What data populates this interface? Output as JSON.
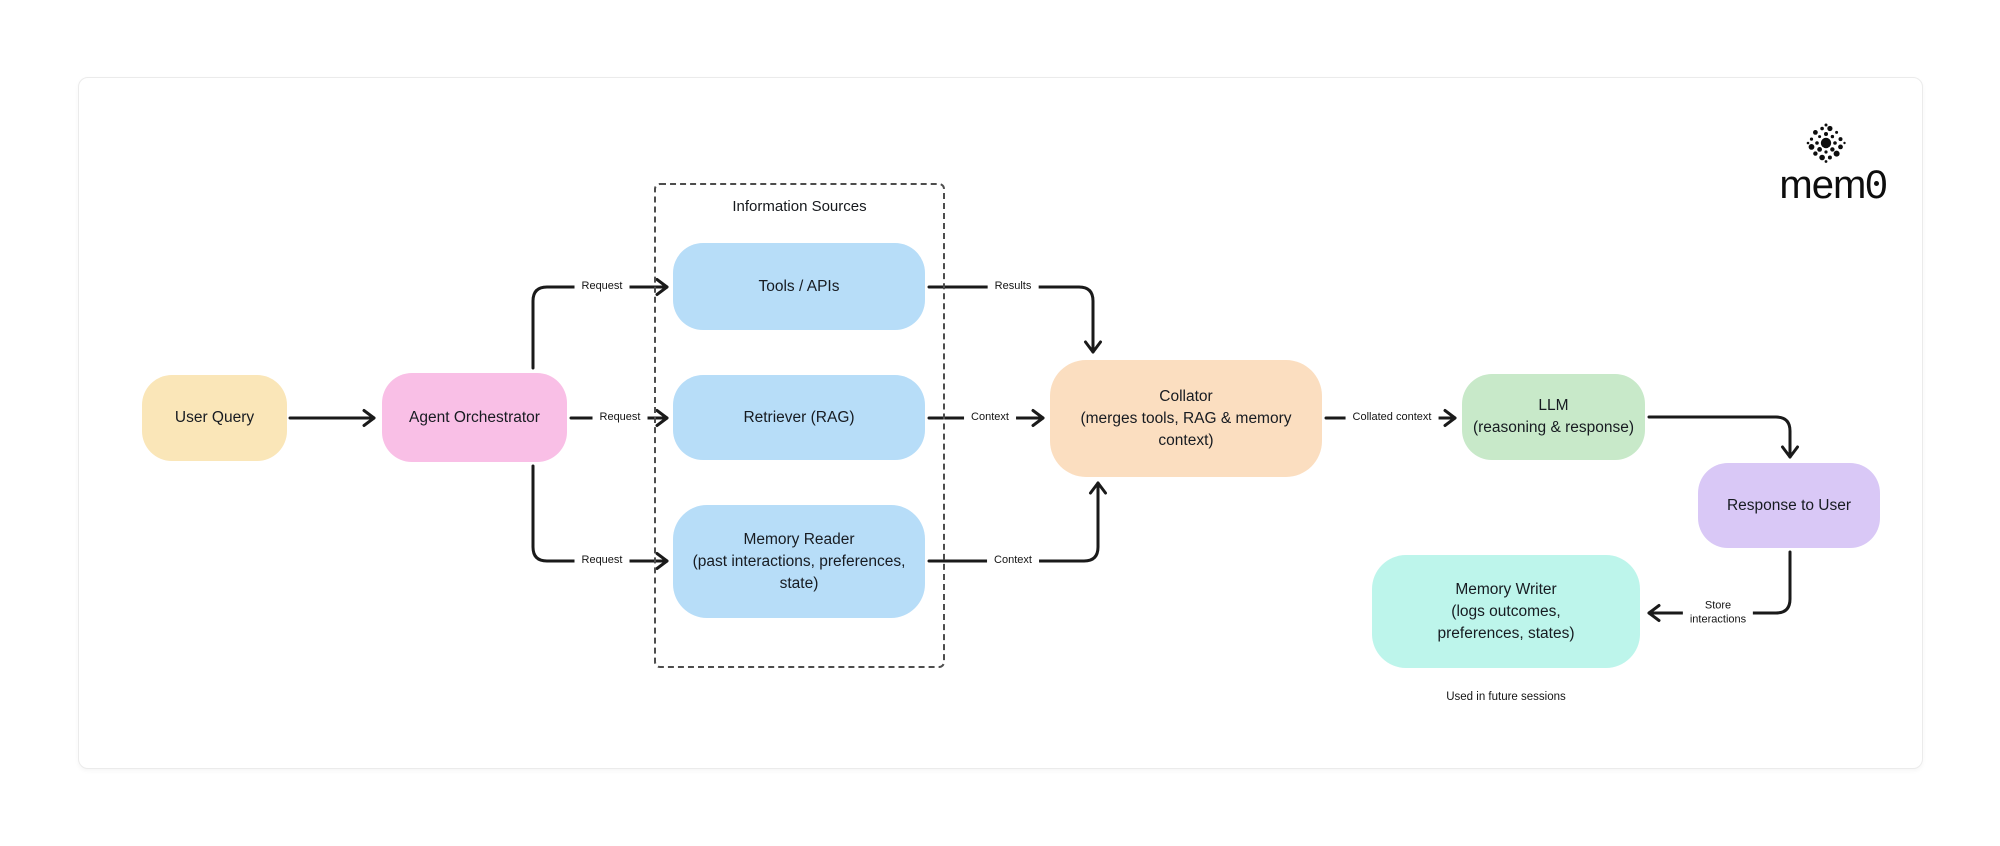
{
  "logo": {
    "wordmark": "mem0"
  },
  "diagram": {
    "container_label": "Information Sources",
    "stroke_color": "#1a1a1a",
    "nodes": {
      "user_query": {
        "label": "User Query",
        "color": "#FAE6B8"
      },
      "agent_orchestrator": {
        "label": "Agent Orchestrator",
        "color": "#F9BFE6"
      },
      "tools_apis": {
        "label": "Tools / APIs",
        "color": "#B7DDF8"
      },
      "retriever": {
        "label": "Retriever (RAG)",
        "color": "#B7DDF8"
      },
      "memory_reader": {
        "label": "Memory Reader\n(past interactions, preferences,\nstate)",
        "color": "#B7DDF8"
      },
      "collator": {
        "label": "Collator\n(merges tools, RAG & memory\ncontext)",
        "color": "#FBDEC0"
      },
      "llm": {
        "label": "LLM\n(reasoning & response)",
        "color": "#C8E9C9"
      },
      "response_to_user": {
        "label": "Response to User",
        "color": "#D9C8F6"
      },
      "memory_writer": {
        "label": "Memory Writer\n(logs outcomes,\npreferences, states)",
        "color": "#BDF5EB"
      }
    },
    "edge_labels": {
      "request_tools": "Request",
      "request_retriever": "Request",
      "request_memory": "Request",
      "results": "Results",
      "context_retriever": "Context",
      "context_memory": "Context",
      "collated_context": "Collated context",
      "store_interactions": "Store\ninteractions"
    },
    "note": "Used in future sessions"
  }
}
